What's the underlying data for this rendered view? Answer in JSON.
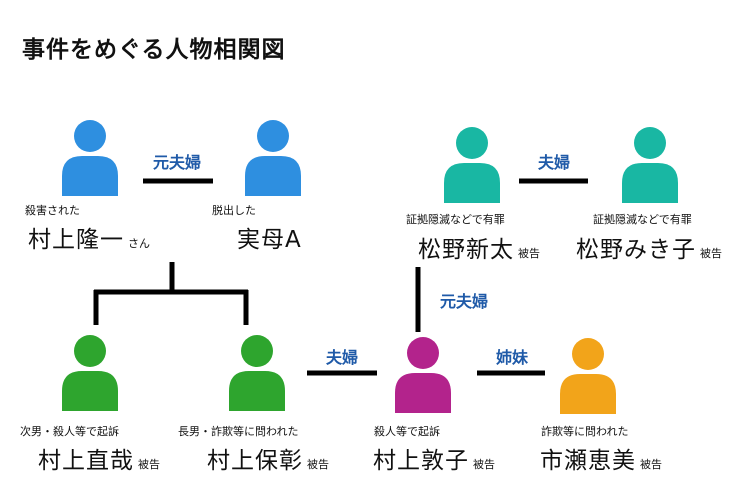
{
  "title": "事件をめぐる人物相関図",
  "colors": {
    "blue": "#2e8fe0",
    "teal": "#19b7a3",
    "green": "#2ea52e",
    "magenta": "#b3238c",
    "orange": "#f2a41a",
    "label": "#1f5aa8",
    "line": "#000000"
  },
  "relations": {
    "former_couple_1": "元夫婦",
    "couple_1": "夫婦",
    "former_couple_2": "元夫婦",
    "couple_2": "夫婦",
    "sisters": "姉妹"
  },
  "people": [
    {
      "id": "takaichi",
      "desc": "殺害された",
      "name": "村上隆一",
      "suffix": "さん",
      "color": "blue",
      "icon": "person-icon"
    },
    {
      "id": "mother",
      "desc": "脱出した",
      "name": "実母A",
      "suffix": "",
      "color": "blue",
      "icon": "person-icon"
    },
    {
      "id": "shinta",
      "desc": "証拠隠滅などで有罪",
      "name": "松野新太",
      "suffix": "被告",
      "color": "teal",
      "icon": "person-icon"
    },
    {
      "id": "mikiko",
      "desc": "証拠隠滅などで有罪",
      "name": "松野みき子",
      "suffix": "被告",
      "color": "teal",
      "icon": "person-icon"
    },
    {
      "id": "naoya",
      "desc": "次男・殺人等で起訴",
      "name": "村上直哉",
      "suffix": "被告",
      "color": "green",
      "icon": "person-icon"
    },
    {
      "id": "yasuaki",
      "desc": "長男・詐欺等に問われた",
      "name": "村上保彰",
      "suffix": "被告",
      "color": "green",
      "icon": "person-icon"
    },
    {
      "id": "atsuko",
      "desc": "殺人等で起訴",
      "name": "村上敦子",
      "suffix": "被告",
      "color": "magenta",
      "icon": "person-icon"
    },
    {
      "id": "emi",
      "desc": "詐欺等に問われた",
      "name": "市瀬恵美",
      "suffix": "被告",
      "color": "orange",
      "icon": "person-icon"
    }
  ]
}
